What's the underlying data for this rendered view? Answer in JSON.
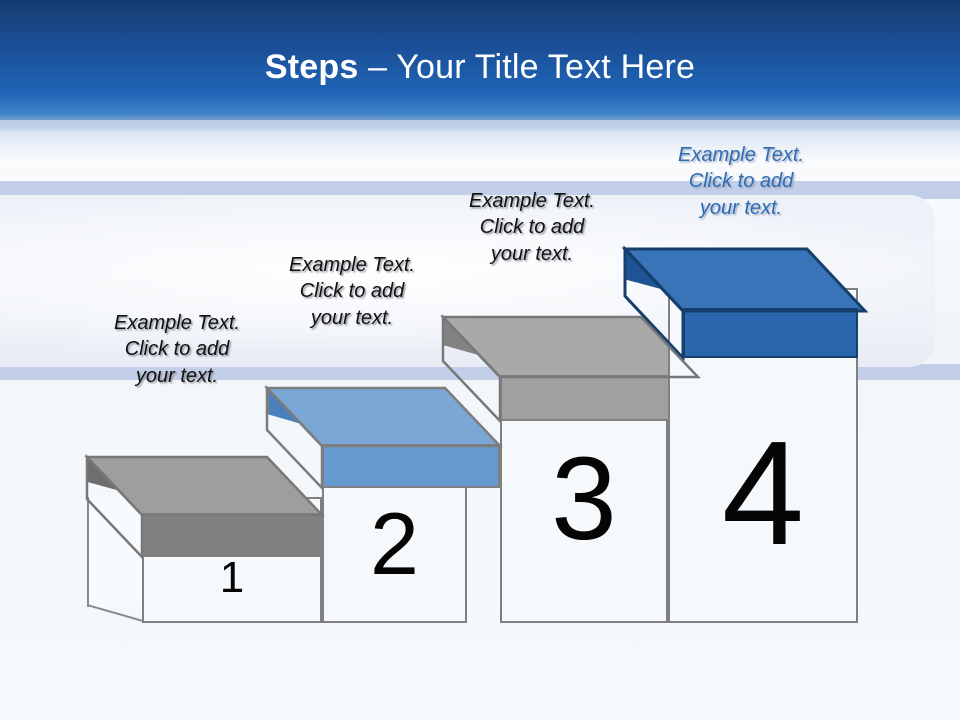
{
  "slide": {
    "title_strong": "Steps",
    "title_rest": " – Your Title Text Here",
    "background_color": "#f4f8fb",
    "header_color": "#1f64b5",
    "band_color": "#c3cee8"
  },
  "steps": [
    {
      "number": "1",
      "label": "Example Text.\nClick  to add\nyour text.",
      "label_color": "#111111",
      "slab_color": "#9b9b9b",
      "slab_kind": "gray"
    },
    {
      "number": "2",
      "label": "Example Text.\nClick  to add\nyour text.",
      "label_color": "#111111",
      "slab_color": "#7ba7d7",
      "slab_kind": "light-blue"
    },
    {
      "number": "3",
      "label": "Example Text.\nClick  to add\nyour text.",
      "label_color": "#111111",
      "slab_color": "#a7a7a7",
      "slab_kind": "gray"
    },
    {
      "number": "4",
      "label": "Example Text.\nClick  to add\nyour text.",
      "label_color": "#2f6cb4",
      "slab_color": "#3a74b8",
      "slab_kind": "blue"
    }
  ]
}
